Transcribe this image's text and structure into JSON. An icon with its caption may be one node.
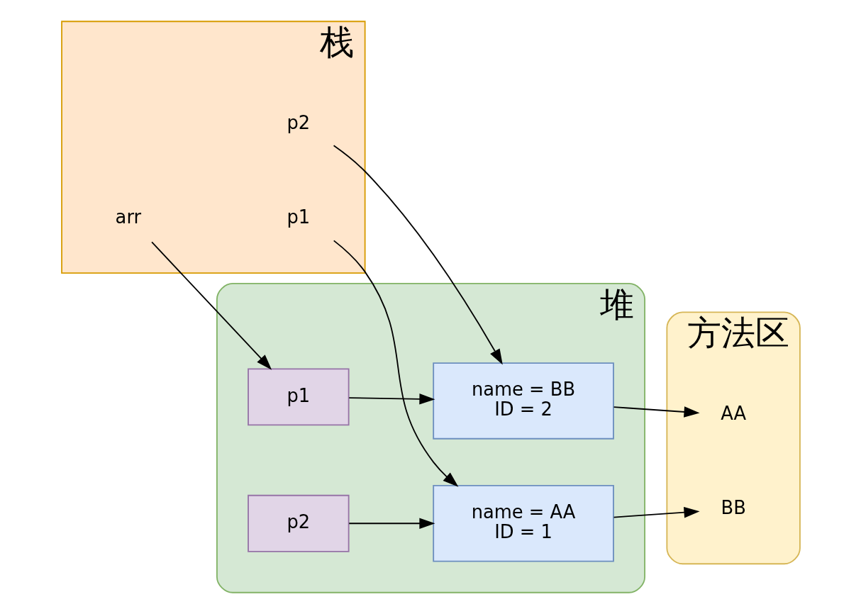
{
  "diagram": {
    "nodes": [
      {
        "text": [
          "栈"
        ]
      },
      {
        "text": [
          "arr"
        ],
        "in": 0
      },
      {
        "text": [
          "p2"
        ],
        "in": 0
      },
      {
        "text": [
          "p1"
        ],
        "in": 0
      },
      {
        "text": [
          "堆"
        ]
      },
      {
        "text": [
          "p1"
        ],
        "in": 4
      },
      {
        "text": [
          "p2"
        ],
        "in": 4
      },
      {
        "text": [
          "name = BB",
          "ID = 2"
        ],
        "in": 4
      },
      {
        "text": [
          "name = AA",
          "ID = 1"
        ],
        "in": 4
      },
      {
        "text": [
          "方法区"
        ]
      },
      {
        "text": [
          "AA"
        ],
        "in": 9
      },
      {
        "text": [
          "BB"
        ],
        "in": 9
      }
    ],
    "edges": [
      {
        "from": 1,
        "to": 5,
        "arrow": "to"
      },
      {
        "from": 2,
        "to": 7,
        "arrow": "to"
      },
      {
        "from": 3,
        "to": 8,
        "arrow": "to"
      },
      {
        "from": 5,
        "to": 7,
        "arrow": "to"
      },
      {
        "from": 6,
        "to": 8,
        "arrow": "to"
      },
      {
        "from": 7,
        "to": 10,
        "arrow": "to"
      },
      {
        "from": 8,
        "to": 11,
        "arrow": "to"
      }
    ]
  }
}
